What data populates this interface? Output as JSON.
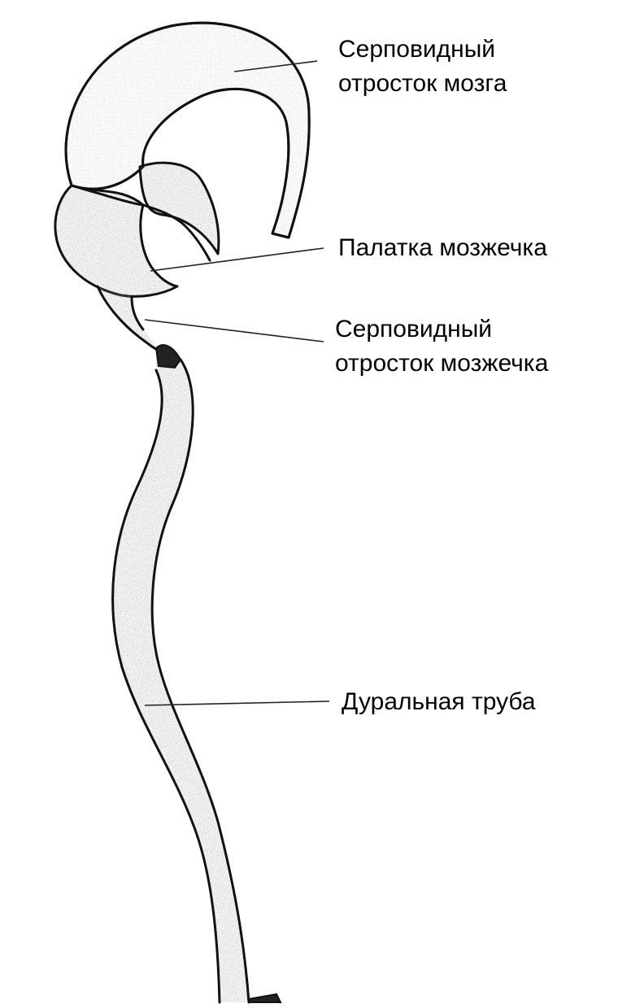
{
  "labels": {
    "falx_cerebri_line1": "Серповидный",
    "falx_cerebri_line2": "отросток мозга",
    "tentorium": "Палатка мозжечка",
    "falx_cerebelli_line1": "Серповидный",
    "falx_cerebelli_line2": "отросток мозжечка",
    "dural_tube": "Дуральная труба"
  },
  "colors": {
    "ink": "#111111",
    "stipple": "#9a9a9a",
    "background": "#ffffff"
  }
}
